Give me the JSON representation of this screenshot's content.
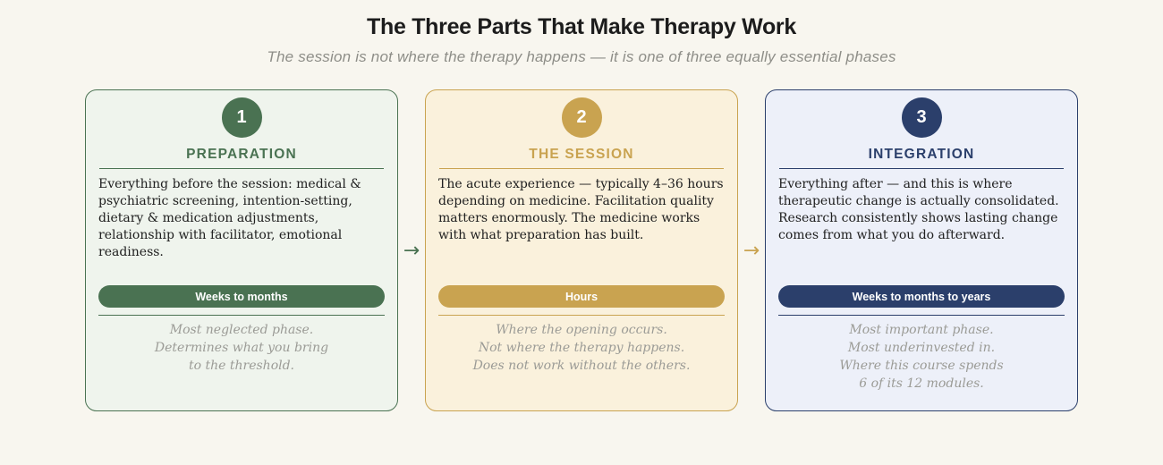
{
  "header": {
    "title": "The Three Parts That Make Therapy Work",
    "subtitle": "The session is not where the therapy happens — it is one of three equally essential phases"
  },
  "cards": [
    {
      "number": "1",
      "title": "PREPARATION",
      "body": "Everything before the session: medical & psychiatric screening, intention-setting, dietary & medication adjustments, relationship with facilitator, emotional readiness.",
      "badge": "Weeks to months",
      "footer_lines": {
        "0": "Most neglected phase.",
        "1": "Determines what you bring",
        "2": "to the threshold."
      },
      "colors": {
        "accent": "#4a7252",
        "background": "#eff4ed"
      }
    },
    {
      "number": "2",
      "title": "THE SESSION",
      "body": "The acute experience — typically 4–36 hours depending on medicine. Facilitation quality matters enormously. The medicine works with what preparation has built.",
      "badge": "Hours",
      "footer_lines": {
        "0": "Where the opening occurs.",
        "1": "Not where the therapy happens.",
        "2": "Does not work without the others."
      },
      "colors": {
        "accent": "#c9a350",
        "background": "#faf1dc"
      }
    },
    {
      "number": "3",
      "title": "INTEGRATION",
      "body": "Everything after — and this is where therapeutic change is actually consolidated. Research consistently shows lasting change comes from what you do afterward.",
      "badge": "Weeks to months to years",
      "footer_lines": {
        "0": "Most important phase.",
        "1": "Most underinvested in.",
        "2": "Where this course spends",
        "3": "6 of its 12 modules."
      },
      "colors": {
        "accent": "#2b3f6b",
        "background": "#edf0f9"
      }
    }
  ],
  "arrows": [
    {
      "glyph": "→",
      "color": "#4a7252"
    },
    {
      "glyph": "→",
      "color": "#c9a350"
    }
  ]
}
